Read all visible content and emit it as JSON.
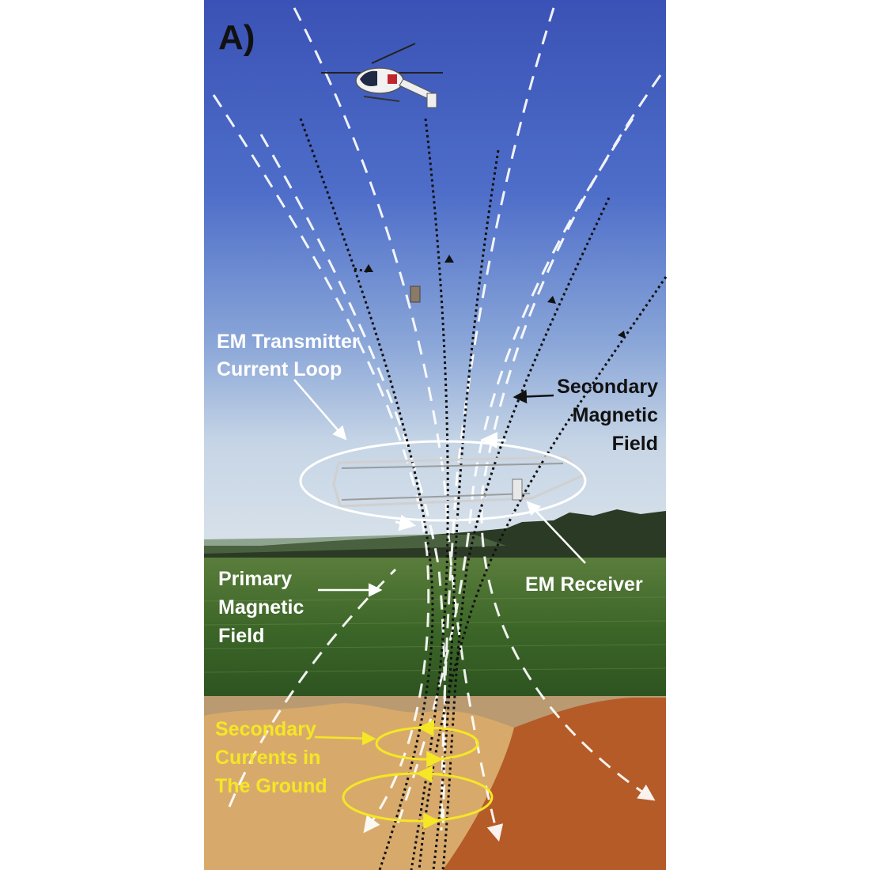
{
  "panel_label": "A)",
  "labels": {
    "transmitter": [
      "EM Transmitter",
      "Current Loop"
    ],
    "secondary_field": [
      "Secondary",
      "Magnetic",
      "Field"
    ],
    "primary_field": [
      "Primary",
      "Magnetic",
      "Field"
    ],
    "receiver": "EM Receiver",
    "secondary_currents": [
      "Secondary",
      "Currents in",
      "The Ground"
    ]
  },
  "colors": {
    "sky_top": "#3d55b8",
    "sky_bottom": "#c5d4e4",
    "field_green": "#3f6a2c",
    "ground_light": "#d8a96a",
    "ground_dark": "#b65a2a",
    "primary_field_line": "#ffffff",
    "secondary_field_line": "#111111",
    "ground_current": "#f5e626"
  },
  "icons": [
    "helicopter-icon",
    "transmitter-loop-frame",
    "em-receiver-icon"
  ]
}
